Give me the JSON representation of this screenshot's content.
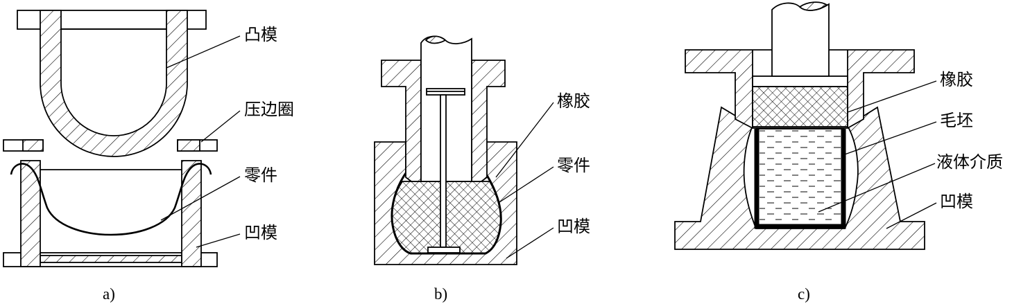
{
  "figures": {
    "a": {
      "caption": "a)",
      "labels": {
        "punch": "凸模",
        "blank_holder": "压边圈",
        "part": "零件",
        "die": "凹模"
      }
    },
    "b": {
      "caption": "b)",
      "labels": {
        "rubber": "橡胶",
        "part": "零件",
        "die": "凹模"
      }
    },
    "c": {
      "caption": "c)",
      "labels": {
        "rubber": "橡胶",
        "blank": "毛坯",
        "liquid": "液体介质",
        "die": "凹模"
      }
    }
  },
  "colors": {
    "line": "#000000",
    "background": "#ffffff"
  }
}
